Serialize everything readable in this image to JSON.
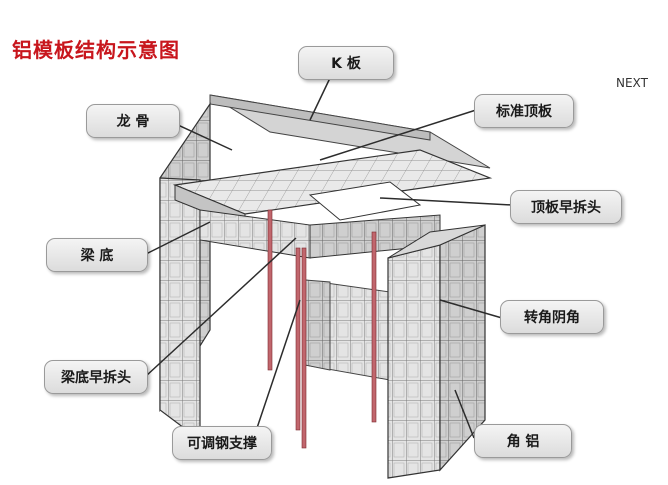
{
  "header": {
    "title": "铝模板结构示意图",
    "next_label": "NEXT"
  },
  "labels": {
    "k_board": "K 板",
    "keel": "龙 骨",
    "top_board": "标准顶板",
    "top_early_strip": "顶板早拆头",
    "beam_bottom": "梁 底",
    "corner_yin": "转角阴角",
    "beam_early_strip": "梁底早拆头",
    "steel_prop": "可调钢支撑",
    "corner_al": "角 铝"
  },
  "colors": {
    "title": "#c8161d",
    "prop": "#c1666d",
    "frame_stroke": "#4a4a4a",
    "panel_fill": "#e2e2e2",
    "callout_bg": "#e6e6e6"
  }
}
